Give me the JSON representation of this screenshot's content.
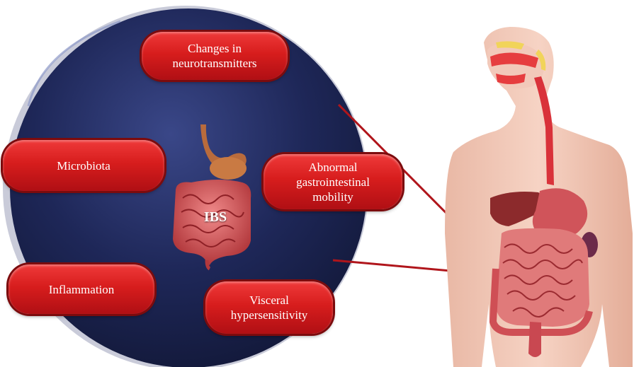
{
  "center": {
    "label": "IBS"
  },
  "factors": [
    {
      "id": "neurotransmitters",
      "label_line1": "Changes in",
      "label_line2": "neurotransmitters",
      "label_line3": ""
    },
    {
      "id": "microbiota",
      "label_line1": "Microbiota",
      "label_line2": "",
      "label_line3": ""
    },
    {
      "id": "motility",
      "label_line1": "Abnormal",
      "label_line2": "gastrointestinal",
      "label_line3": "mobility"
    },
    {
      "id": "inflammation",
      "label_line1": "Inflammation",
      "label_line2": "",
      "label_line3": ""
    },
    {
      "id": "hypersensitivity",
      "label_line1": "Visceral",
      "label_line2": "hypersensitivity",
      "label_line3": ""
    }
  ],
  "colors": {
    "circle": "#1c2452",
    "circle_highlight": "#3a4788",
    "pill": "#d71d1d",
    "connector": "#b0151b"
  },
  "illustrations": [
    "digestive-organs-icon",
    "human-torso-digestive-system"
  ]
}
